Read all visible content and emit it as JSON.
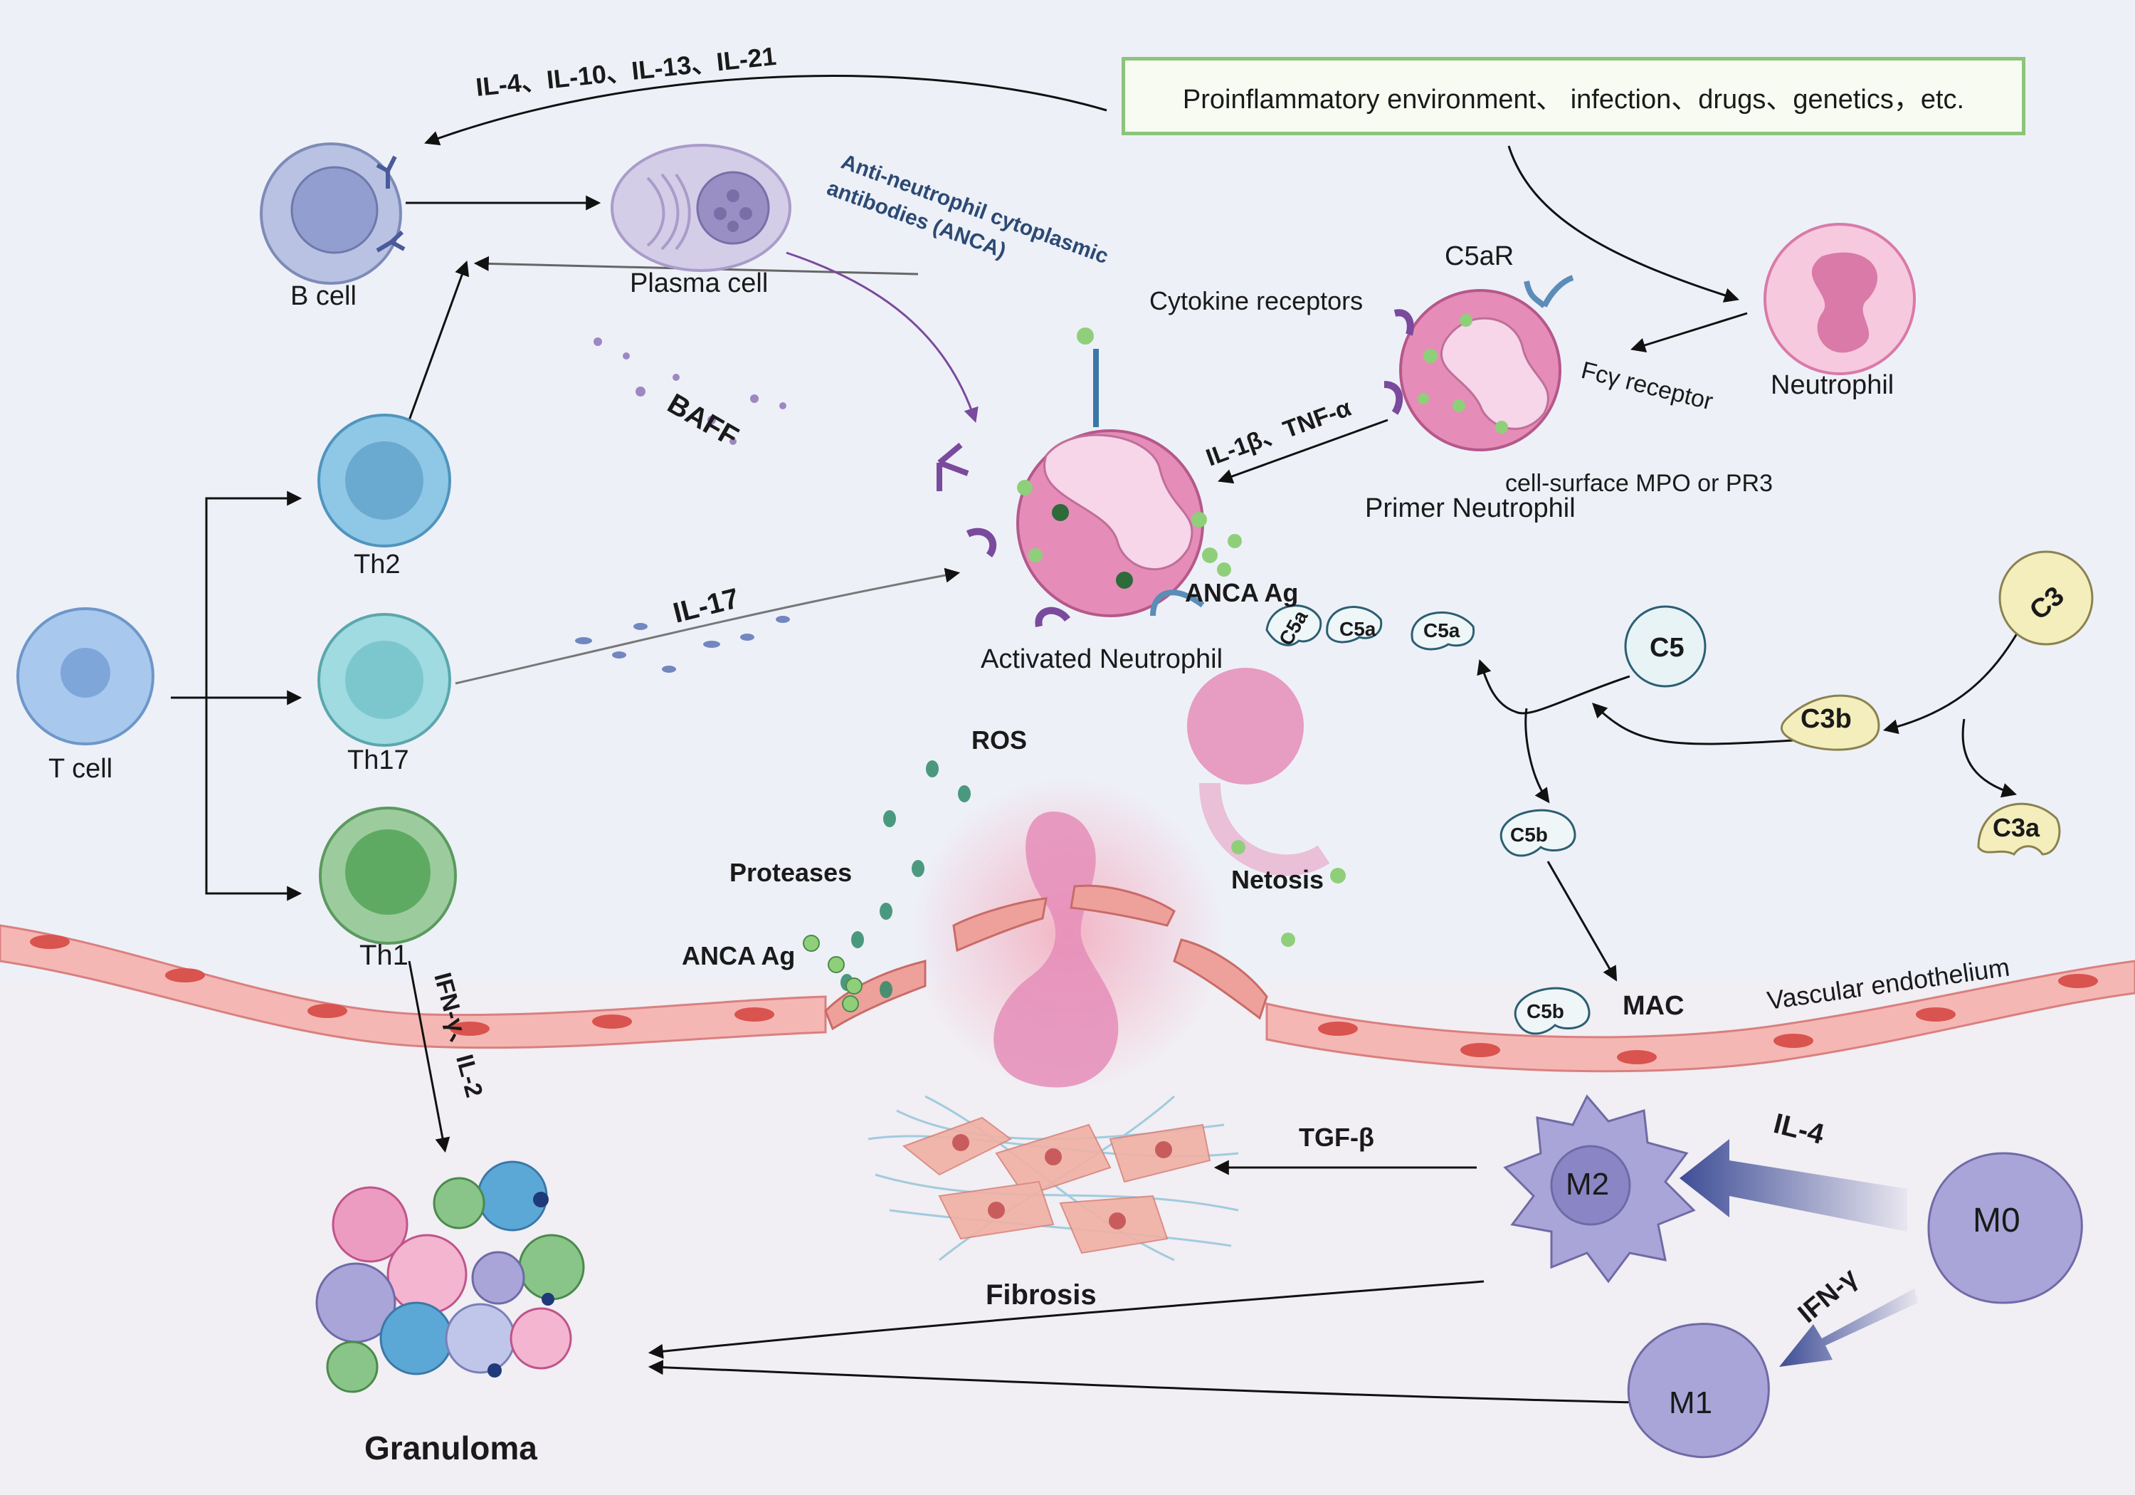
{
  "env_box": {
    "text": "Proinflammatory environment、 infection、drugs、genetics，etc."
  },
  "labels": {
    "il_top": "IL-4、IL-10、IL-13、IL-21",
    "b_cell": "B cell",
    "plasma_cell": "Plasma cell",
    "anca_line1": "Anti-neutrophil cytoplasmic",
    "anca_line2": "antibodies (ANCA)",
    "c5ar": "C5aR",
    "cytokine_receptors": "Cytokine receptors",
    "fcy_receptor": "Fcγ receptor",
    "neutrophil": "Neutrophil",
    "baff": "BAFF",
    "il1b_tnfa": "IL-1β、TNF-α",
    "cell_surface": "cell-surface MPO or PR3",
    "primer_neutrophil": "Primer  Neutrophil",
    "th2": "Th2",
    "il17": "IL-17",
    "anca_ag_top": "ANCA Ag",
    "activated_neutrophil": "Activated  Neutrophil",
    "t_cell": "T cell",
    "th17": "Th17",
    "th1": "Th1",
    "c5": "C5",
    "c3": "C3",
    "c3b": "C3b",
    "c3a": "C3a",
    "c5a": "C5a",
    "c5b": "C5b",
    "ros": "ROS",
    "proteases": "Proteases",
    "anca_ag_left": "ANCA Ag",
    "netosis": "Netosis",
    "mac": "MAC",
    "vascular": "Vascular endothelium",
    "ifn_il2": "IFN-γ、IL-2",
    "tgf": "TGF-β",
    "il4": "IL-4",
    "m2": "M2",
    "m0": "M0",
    "m1": "M1",
    "ifny": "IFN-γ",
    "fibrosis": "Fibrosis",
    "granuloma": "Granuloma"
  },
  "colors": {
    "background": "#eef0f8",
    "neutrophil": "#e58db8",
    "nucleus": "#f6d6e8",
    "bcell": "#b9c2e2",
    "th2": "#8fc7e6",
    "th17": "#9fdbe0",
    "th1": "#9ccc9e",
    "tcell": "#a9c8ee",
    "complement": "#f4eebc",
    "macrophage": "#a9a5d8",
    "endothelium": "#f5b7b4",
    "box_border": "#8cc47a"
  }
}
